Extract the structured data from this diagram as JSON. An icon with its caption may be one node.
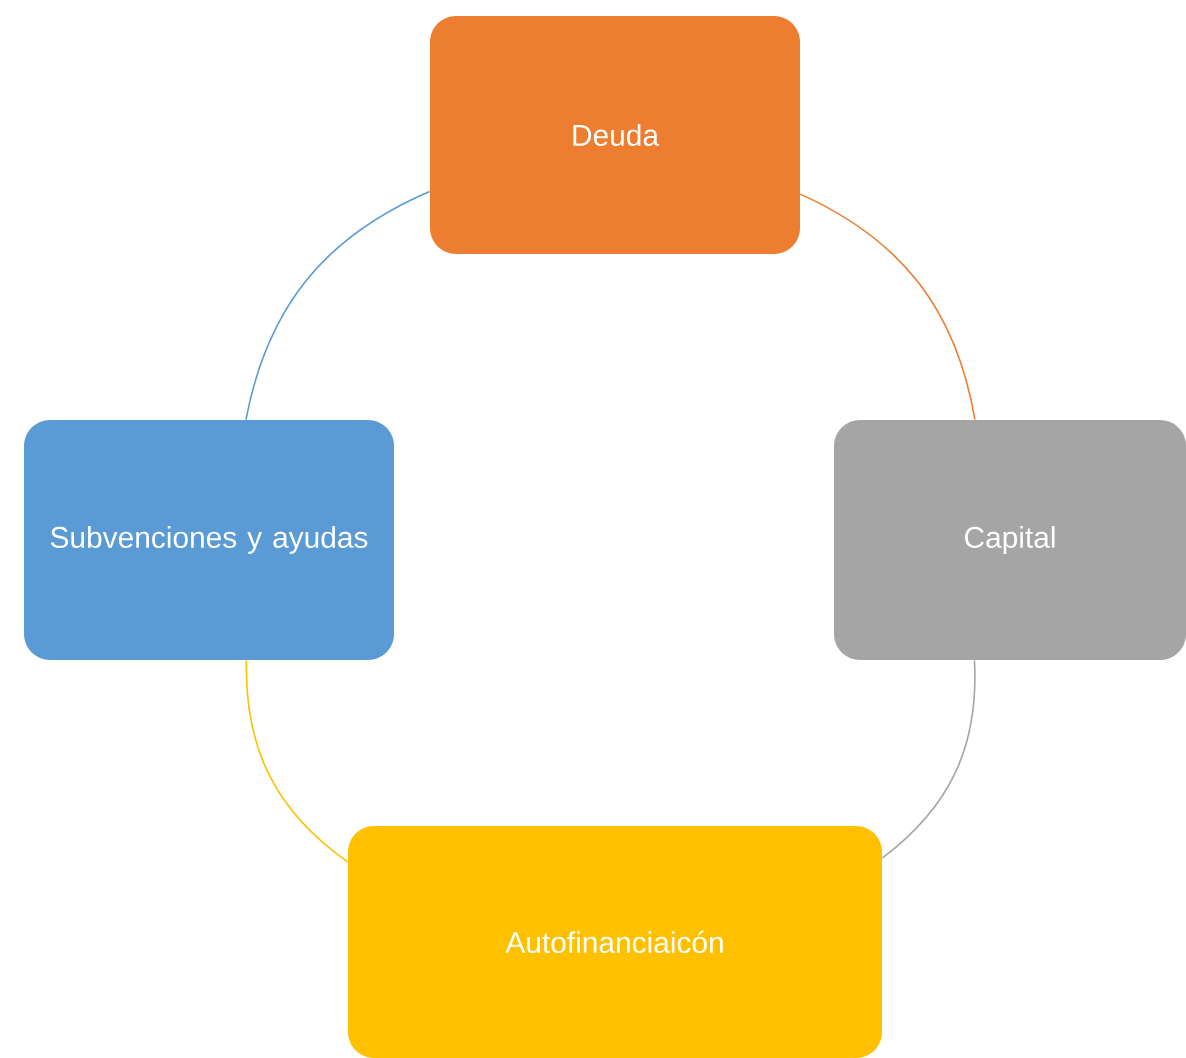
{
  "diagram": {
    "nodes": [
      {
        "text": [
          "Deuda"
        ]
      },
      {
        "text": [
          "Capital"
        ]
      },
      {
        "text": [
          "Autofinanciaicón"
        ]
      },
      {
        "text": [
          "Subvenciones y ayudas"
        ]
      }
    ],
    "edges": [
      {
        "from": 0,
        "to": 1,
        "arrow": "none",
        "color": "#ed7d31"
      },
      {
        "from": 1,
        "to": 2,
        "arrow": "none",
        "color": "#a5a5a5"
      },
      {
        "from": 2,
        "to": 3,
        "arrow": "none",
        "color": "#ffc000"
      },
      {
        "from": 3,
        "to": 0,
        "arrow": "none",
        "color": "#5b9bd5"
      }
    ]
  }
}
